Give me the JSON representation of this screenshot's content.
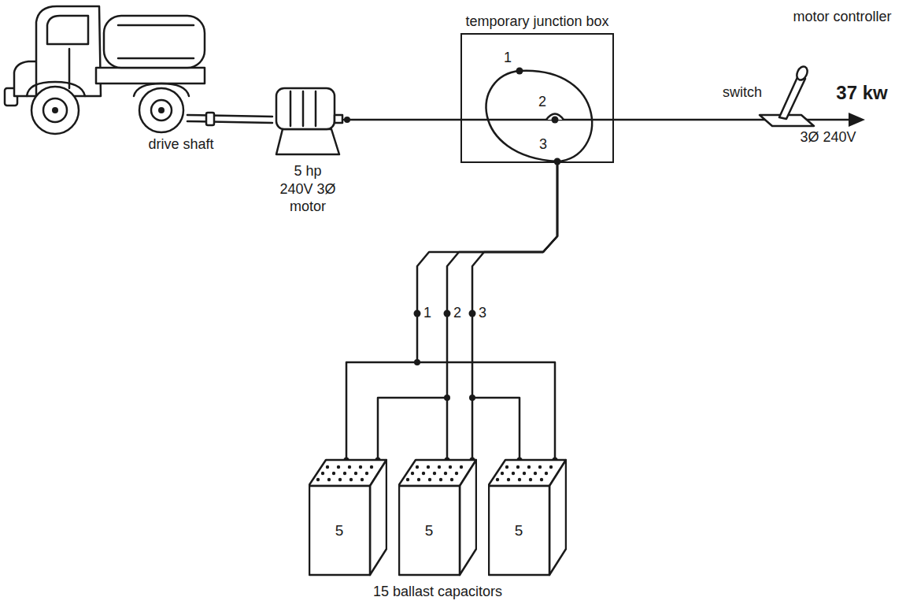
{
  "diagram": {
    "nodes": [
      {
        "text": [
          "5 hp 240V 3Ø motor"
        ]
      },
      {
        "text": [
          "temporary junction box"
        ]
      },
      {
        "text": [
          "5"
        ]
      },
      {
        "text": [
          "5"
        ]
      },
      {
        "text": [
          "5"
        ]
      }
    ],
    "edges": [
      {
        "from": 0,
        "to": 1,
        "arrow": "none"
      },
      {
        "from": 1,
        "to": 2,
        "arrow": "none"
      },
      {
        "from": 1,
        "to": 3,
        "arrow": "none"
      },
      {
        "from": 1,
        "to": 4,
        "arrow": "none"
      }
    ],
    "labels": [
      "drive shaft",
      "1",
      "2",
      "3",
      "motor controller",
      "switch",
      "37 kw",
      "3Ø 240V",
      "1",
      "2",
      "3",
      "15 ballast capacitors"
    ]
  }
}
